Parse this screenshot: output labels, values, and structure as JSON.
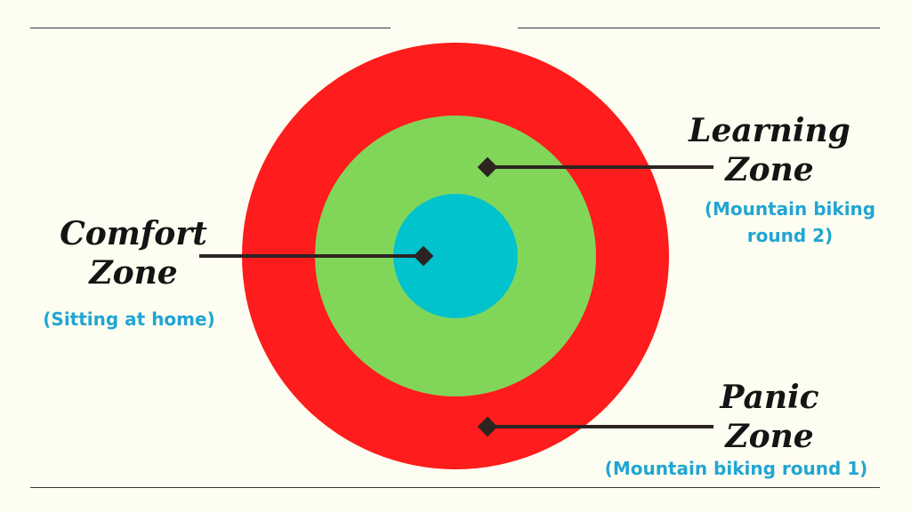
{
  "colors": {
    "background": "#fdfdf1",
    "panic_zone": "#fe1c1c",
    "learning_zone": "#81d659",
    "comfort_zone": "#00c3ce",
    "pointer": "#2d2421",
    "title_text": "#141414",
    "example_text": "#22a5d3"
  },
  "zones": {
    "comfort": {
      "title_line1": "Comfort",
      "title_line2": "Zone",
      "example": "(Sitting at home)"
    },
    "learning": {
      "title_line1": "Learning",
      "title_line2": "Zone",
      "example_line1": "(Mountain biking",
      "example_line2": "round 2)"
    },
    "panic": {
      "title_line1": "Panic",
      "title_line2": "Zone",
      "example": "(Mountain biking round 1)"
    }
  }
}
